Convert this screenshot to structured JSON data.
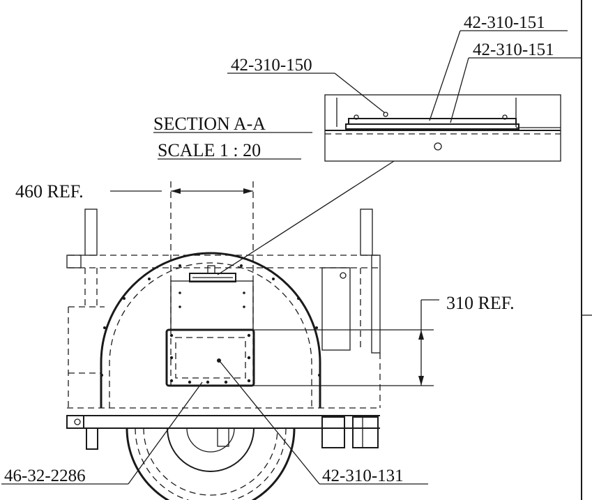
{
  "section": {
    "title": "SECTION A-A",
    "scale": "SCALE 1 : 20"
  },
  "callouts": {
    "part_151_top": "42-310-151",
    "part_151_lower": "42-310-151",
    "part_150": "42-310-150",
    "part_131": "42-310-131",
    "part_2286": "46-32-2286"
  },
  "dimensions": {
    "width_ref": "460 REF.",
    "height_ref": "310 REF."
  }
}
